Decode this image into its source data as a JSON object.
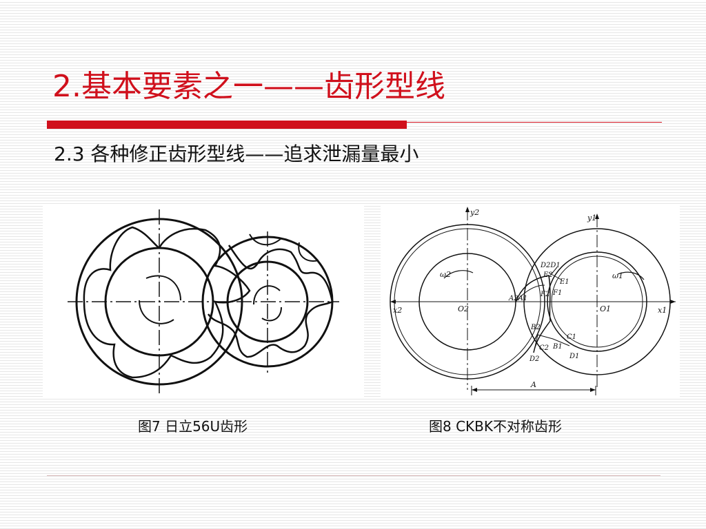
{
  "slide": {
    "title": "2.基本要素之一——齿形型线",
    "subtitle": "2.3 各种修正齿形型线——追求泄漏量最小",
    "accent_color": "#d0101c"
  },
  "figures": [
    {
      "caption": "图7  日立56U齿形",
      "icon": "twin-screw-rotor-profile-drawing"
    },
    {
      "caption": "图8 CKBK不对称齿形",
      "icon": "asymmetric-rotor-profile-diagram",
      "labels": {
        "y2": "y2",
        "y1": "y1",
        "x2": "x2",
        "x1": "x1",
        "o2": "O2",
        "o1": "O1",
        "w2": "ω2",
        "w1": "ω1",
        "a": "A",
        "a2a1": "A2A1",
        "d2d1": "D2D1",
        "e2": "E2",
        "e1": "E1",
        "f2": "F2",
        "f1": "F1",
        "b2": "B2",
        "b1": "B1",
        "c2": "C2",
        "c1": "C1",
        "d2": "D2",
        "d1": "D1"
      }
    }
  ]
}
